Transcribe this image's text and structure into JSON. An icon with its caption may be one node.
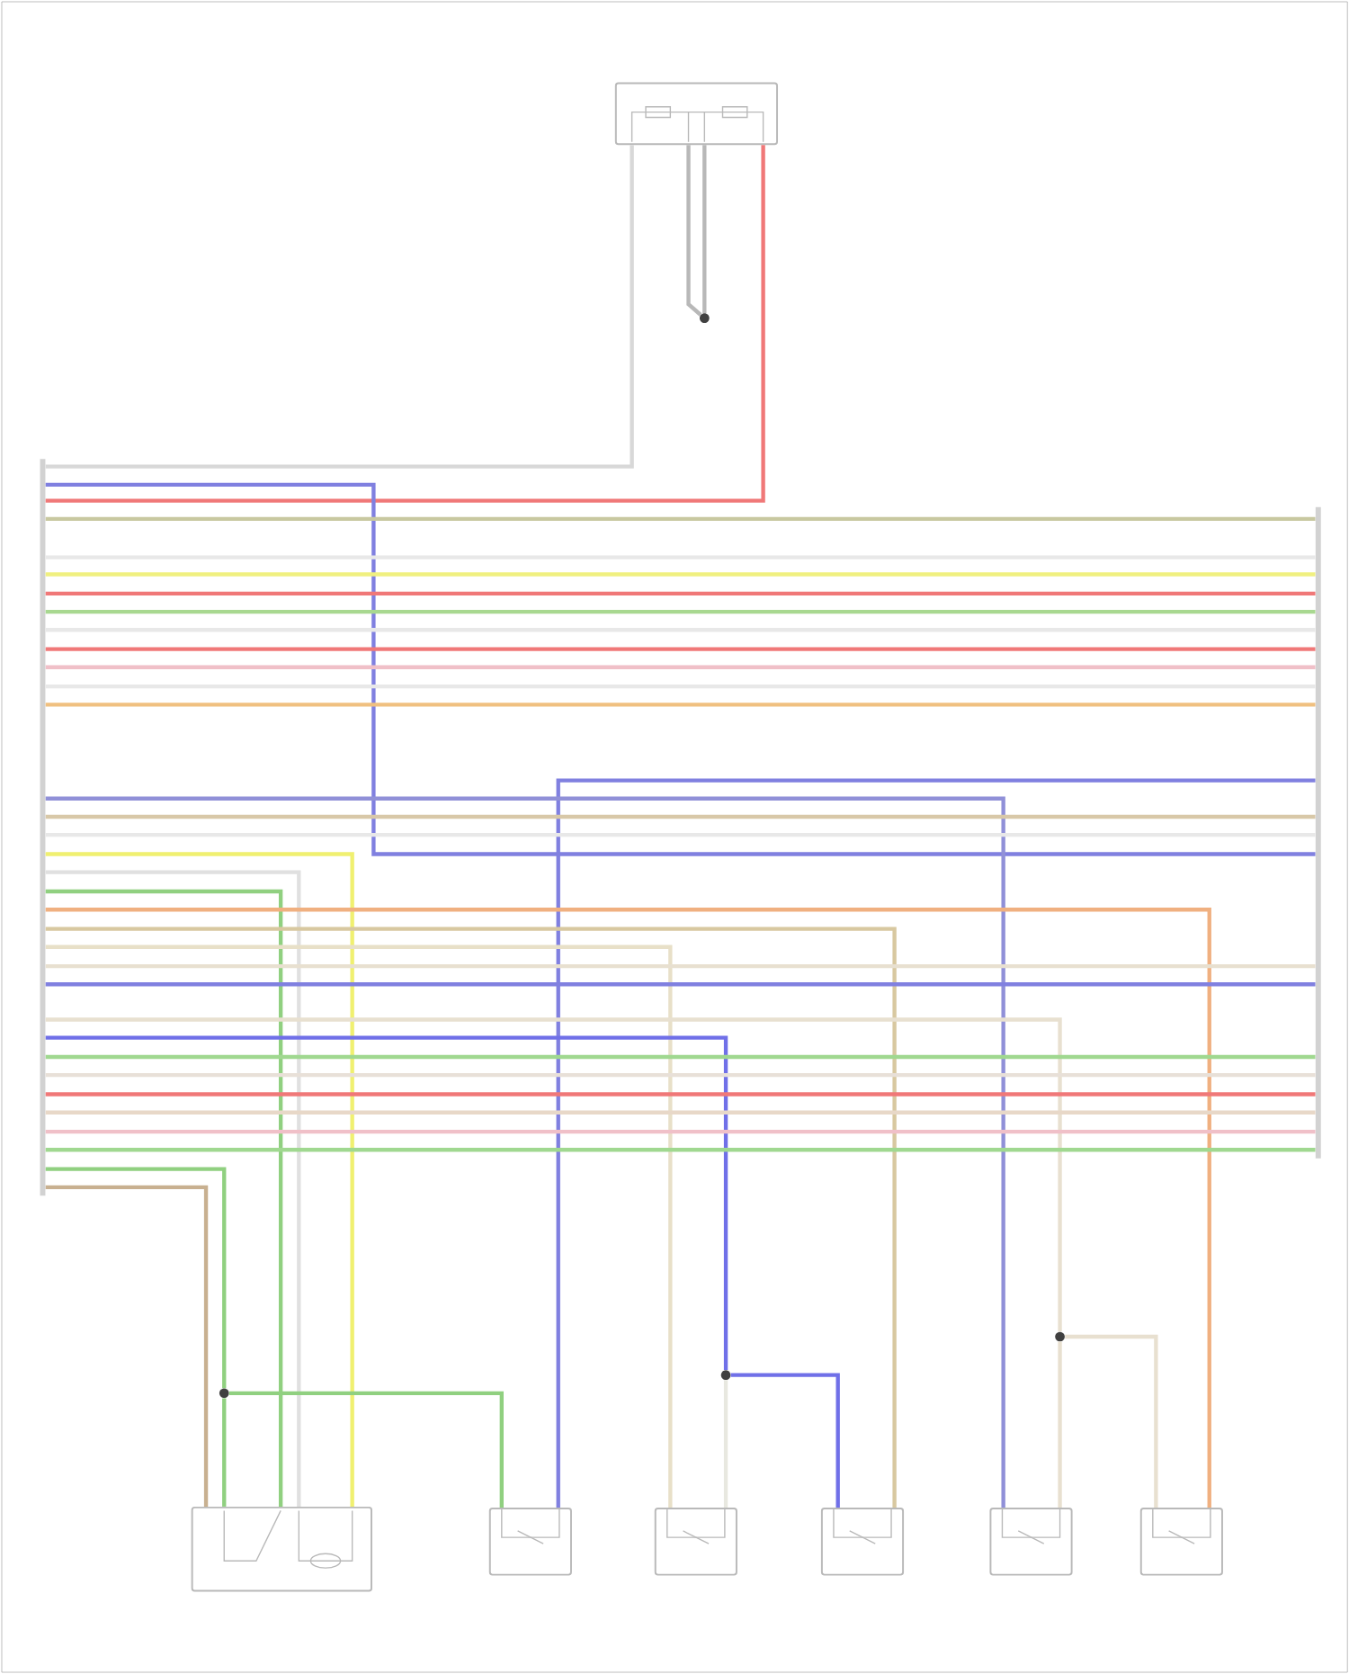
{
  "diagram": {
    "nodes": [
      {
        "text": [],
        "shape": "box"
      },
      {
        "text": [],
        "shape": "circle"
      },
      {
        "text": [],
        "shape": "bar"
      },
      {
        "text": [],
        "shape": "bar"
      },
      {
        "text": [],
        "shape": "box"
      },
      {
        "text": [],
        "shape": "box"
      },
      {
        "text": [],
        "shape": "box"
      },
      {
        "text": [],
        "shape": "box"
      },
      {
        "text": [],
        "shape": "box"
      },
      {
        "text": [],
        "shape": "box"
      },
      {
        "text": [],
        "shape": "circle"
      },
      {
        "text": [],
        "shape": "circle"
      },
      {
        "text": [],
        "shape": "circle"
      }
    ],
    "edges": [
      {
        "from": 0,
        "to": 2,
        "arrow": "none",
        "color": "#d8d8d8"
      },
      {
        "from": 0,
        "to": 2,
        "arrow": "none",
        "color": "#f07878"
      },
      {
        "from": 0,
        "to": 1,
        "arrow": "none",
        "color": "#b8b8b8"
      },
      {
        "from": 0,
        "to": 1,
        "arrow": "none",
        "color": "#b8b8b8"
      },
      {
        "from": 2,
        "to": 3,
        "arrow": "none",
        "color": "#8080e0"
      },
      {
        "from": 2,
        "to": 3,
        "arrow": "none",
        "color": "#c8c8a0"
      },
      {
        "from": 2,
        "to": 3,
        "arrow": "none",
        "color": "#e8e8e8"
      },
      {
        "from": 2,
        "to": 3,
        "arrow": "none",
        "color": "#f0f080"
      },
      {
        "from": 2,
        "to": 3,
        "arrow": "none",
        "color": "#f07878"
      },
      {
        "from": 2,
        "to": 3,
        "arrow": "none",
        "color": "#a8d890"
      },
      {
        "from": 2,
        "to": 3,
        "arrow": "none",
        "color": "#e8e8e8"
      },
      {
        "from": 2,
        "to": 3,
        "arrow": "none",
        "color": "#f07878"
      },
      {
        "from": 2,
        "to": 3,
        "arrow": "none",
        "color": "#f0c0c8"
      },
      {
        "from": 2,
        "to": 3,
        "arrow": "none",
        "color": "#e8e8e8"
      },
      {
        "from": 2,
        "to": 3,
        "arrow": "none",
        "color": "#f0c080"
      },
      {
        "from": 3,
        "to": 5,
        "arrow": "none",
        "color": "#8080e0"
      },
      {
        "from": 2,
        "to": 8,
        "arrow": "none",
        "color": "#9090d8"
      },
      {
        "from": 2,
        "to": 3,
        "arrow": "none",
        "color": "#d8c8a8"
      },
      {
        "from": 2,
        "to": 3,
        "arrow": "none",
        "color": "#e8e8e8"
      },
      {
        "from": 2,
        "to": 4,
        "arrow": "none",
        "color": "#f0f070"
      },
      {
        "from": 2,
        "to": 4,
        "arrow": "none",
        "color": "#e0e0e0"
      },
      {
        "from": 2,
        "to": 4,
        "arrow": "none",
        "color": "#90d080"
      },
      {
        "from": 2,
        "to": 9,
        "arrow": "none",
        "color": "#f0b080"
      },
      {
        "from": 2,
        "to": 7,
        "arrow": "none",
        "color": "#d8c8a0"
      },
      {
        "from": 2,
        "to": 6,
        "arrow": "none",
        "color": "#e8e0c8"
      },
      {
        "from": 2,
        "to": 3,
        "arrow": "none",
        "color": "#e8e0d0"
      },
      {
        "from": 2,
        "to": 3,
        "arrow": "none",
        "color": "#8080e0"
      },
      {
        "from": 2,
        "to": 12,
        "arrow": "none",
        "color": "#e8e0d0"
      },
      {
        "from": 12,
        "to": 8,
        "arrow": "none",
        "color": "#e8e0d0"
      },
      {
        "from": 12,
        "to": 9,
        "arrow": "none",
        "color": "#e8e0d0"
      },
      {
        "from": 2,
        "to": 11,
        "arrow": "none",
        "color": "#7070e8"
      },
      {
        "from": 11,
        "to": 7,
        "arrow": "none",
        "color": "#7070e8"
      },
      {
        "from": 11,
        "to": 6,
        "arrow": "none",
        "color": "#e8e8e0"
      },
      {
        "from": 2,
        "to": 3,
        "arrow": "none",
        "color": "#a0d890"
      },
      {
        "from": 2,
        "to": 3,
        "arrow": "none",
        "color": "#e8e0d8"
      },
      {
        "from": 2,
        "to": 3,
        "arrow": "none",
        "color": "#f07878"
      },
      {
        "from": 2,
        "to": 3,
        "arrow": "none",
        "color": "#e8d8c8"
      },
      {
        "from": 2,
        "to": 3,
        "arrow": "none",
        "color": "#f0c0c8"
      },
      {
        "from": 2,
        "to": 3,
        "arrow": "none",
        "color": "#a0d890"
      },
      {
        "from": 2,
        "to": 10,
        "arrow": "none",
        "color": "#90d080"
      },
      {
        "from": 10,
        "to": 5,
        "arrow": "none",
        "color": "#90d080"
      },
      {
        "from": 10,
        "to": 4,
        "arrow": "none",
        "color": "#90d080"
      },
      {
        "from": 2,
        "to": 4,
        "arrow": "none",
        "color": "#c8b090"
      }
    ]
  }
}
